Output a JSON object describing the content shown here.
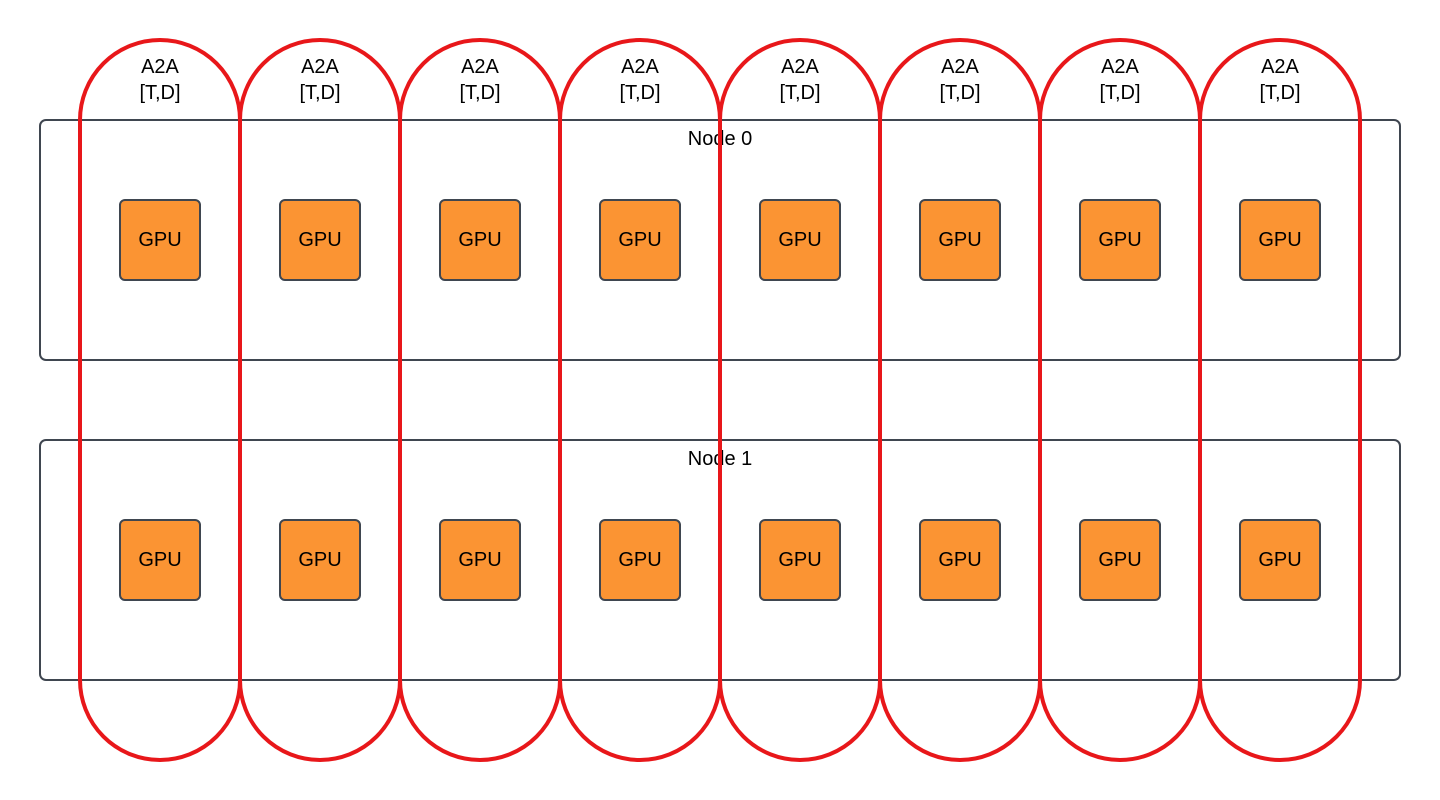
{
  "diagram": {
    "nodes": [
      {
        "label": "Node 0",
        "gpus": [
          "GPU",
          "GPU",
          "GPU",
          "GPU",
          "GPU",
          "GPU",
          "GPU",
          "GPU"
        ]
      },
      {
        "label": "Node 1",
        "gpus": [
          "GPU",
          "GPU",
          "GPU",
          "GPU",
          "GPU",
          "GPU",
          "GPU",
          "GPU"
        ]
      }
    ],
    "groups": [
      {
        "title": "A2A",
        "subtitle": "[T,D]"
      },
      {
        "title": "A2A",
        "subtitle": "[T,D]"
      },
      {
        "title": "A2A",
        "subtitle": "[T,D]"
      },
      {
        "title": "A2A",
        "subtitle": "[T,D]"
      },
      {
        "title": "A2A",
        "subtitle": "[T,D]"
      },
      {
        "title": "A2A",
        "subtitle": "[T,D]"
      },
      {
        "title": "A2A",
        "subtitle": "[T,D]"
      },
      {
        "title": "A2A",
        "subtitle": "[T,D]"
      }
    ],
    "colors": {
      "gpu_fill": "#fb9433",
      "group_stroke": "#e8171a",
      "node_stroke": "#3f4650"
    }
  }
}
